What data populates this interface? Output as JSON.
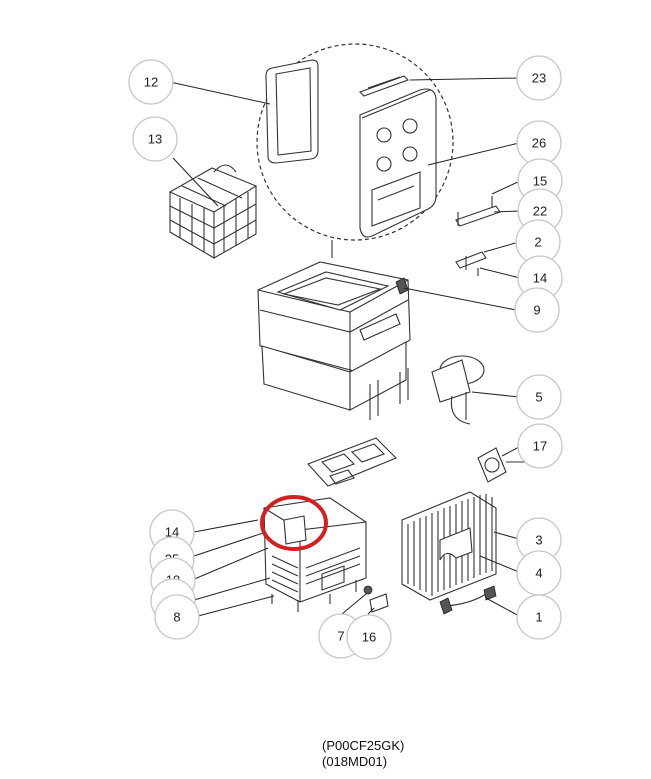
{
  "callouts": [
    "12",
    "23",
    "13",
    "26",
    "15",
    "22",
    "2",
    "14",
    "9",
    "5",
    "17",
    "14",
    "25",
    "18",
    "15",
    "8",
    "3",
    "4",
    "1",
    "7",
    "16"
  ],
  "caption": {
    "line1": "(P00CF25GK)",
    "line2": "(018MD01)"
  },
  "highlight_color": "#d42020"
}
